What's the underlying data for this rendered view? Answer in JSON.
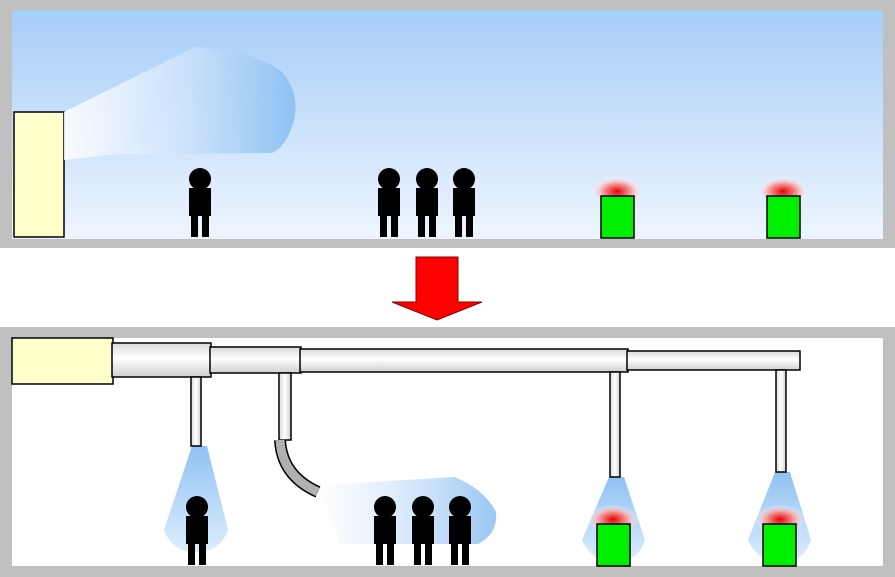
{
  "diagram": {
    "before": {
      "workers_solo": 1,
      "workers_group": 3,
      "machines": 2
    },
    "after": {
      "workers_solo": 1,
      "workers_group": 3,
      "machines": 2,
      "duct_branches": 4
    },
    "colors": {
      "frame": "#c0c0c0",
      "sky_top": "#a6cdf7",
      "sky_bottom": "#eef5ff",
      "unit": "#ffffcc",
      "machine": "#00ee00",
      "heat": "#e60000",
      "arrow": "#ff0000",
      "person": "#000000",
      "airflow": "#8ec1f2"
    },
    "icons": [
      "person-icon",
      "machine-icon",
      "arrow-down-icon",
      "air-conditioner-icon"
    ]
  }
}
